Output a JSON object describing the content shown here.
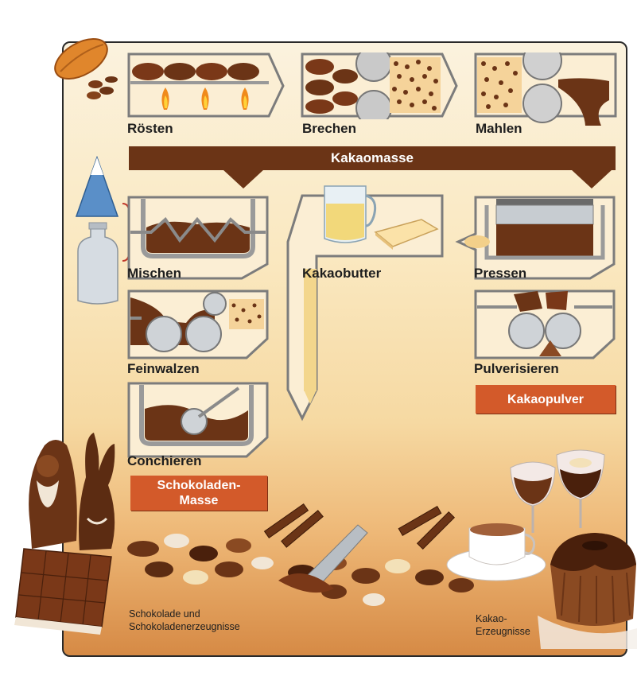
{
  "steps": {
    "roesten": "Rösten",
    "brechen": "Brechen",
    "mahlen": "Mahlen",
    "mischen": "Mischen",
    "kakaobutter": "Kakaobutter",
    "pressen": "Pressen",
    "feinwalzen": "Feinwalzen",
    "pulverisieren": "Pulverisieren",
    "conchieren": "Conchieren"
  },
  "products": {
    "kakaomasse": "Kakaomasse",
    "kakaopulver": "Kakaopulver",
    "schokoladen_masse_line1": "Schokoladen-",
    "schokoladen_masse_line2": "Masse"
  },
  "footer": {
    "left_line1": "Schokolade und",
    "left_line2": "Schokoladenerzeugnisse",
    "right_line1": "Kakao-",
    "right_line2": "Erzeugnisse"
  },
  "colors": {
    "chocolate": "#6b3416",
    "product_box": "#d35a2a",
    "frame_gray": "#8c8c8c"
  }
}
